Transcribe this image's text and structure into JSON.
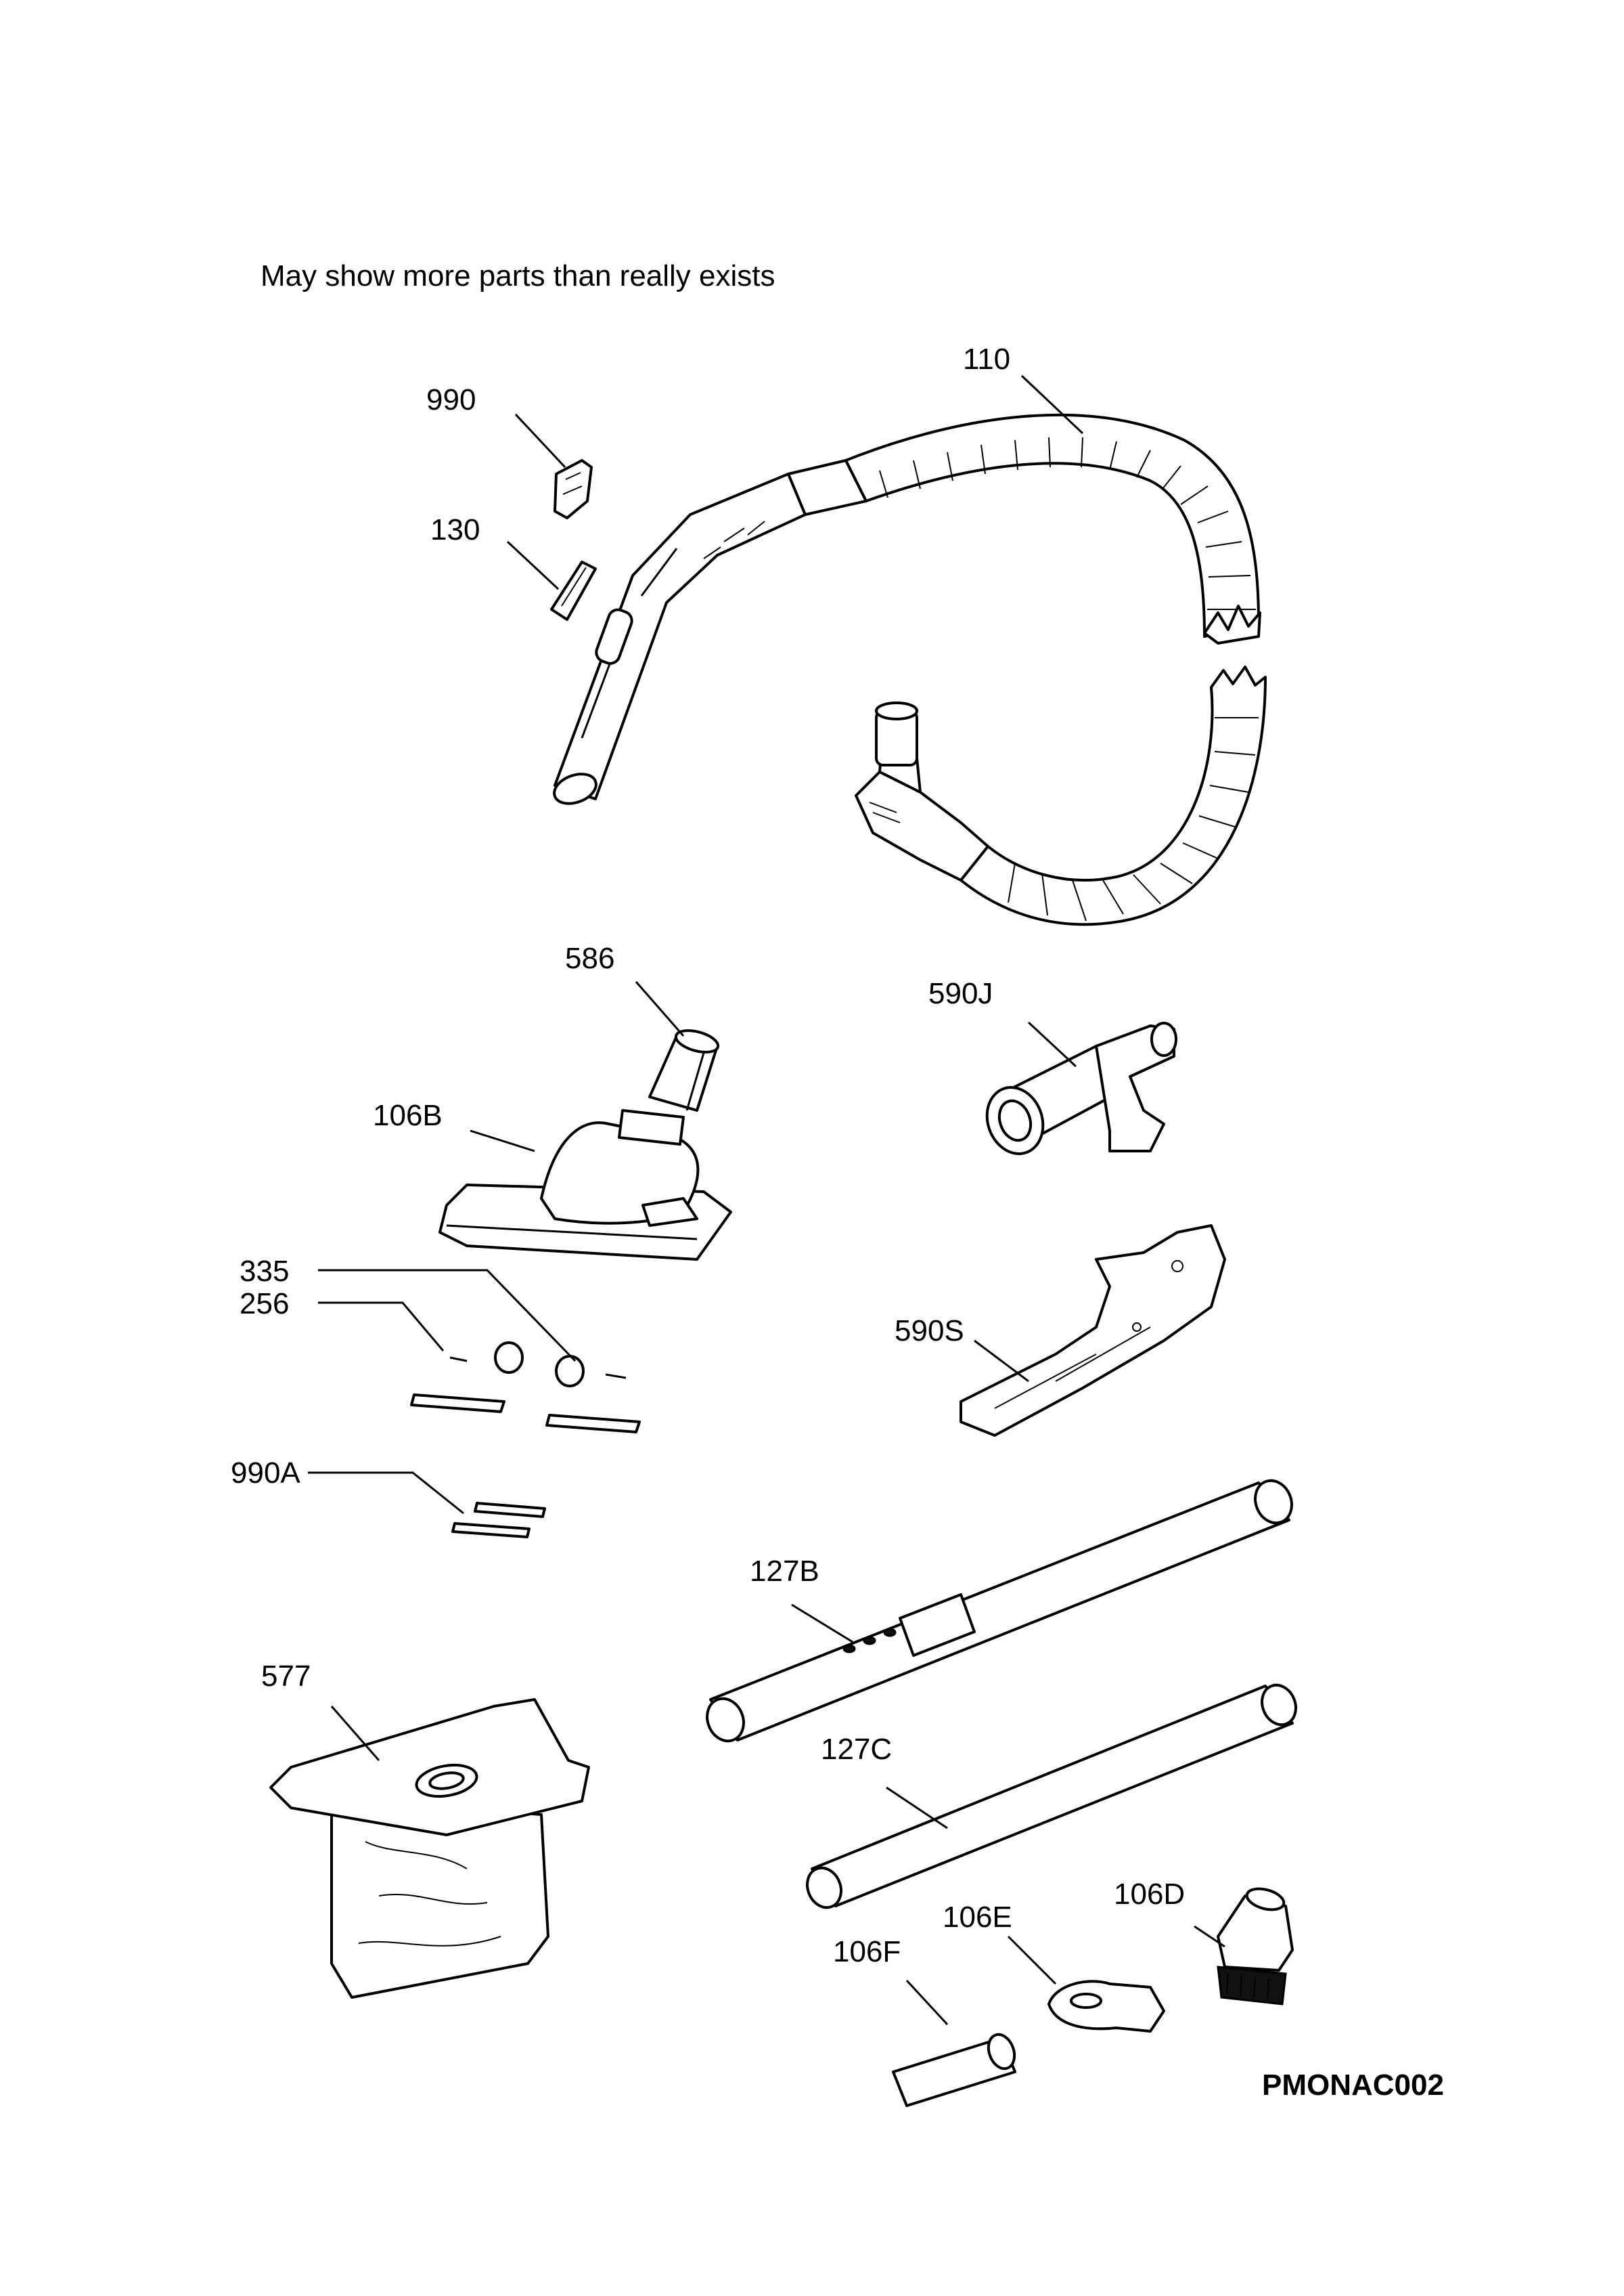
{
  "note": "May show more parts than really exists",
  "diagram_code": "PMONAC002",
  "colors": {
    "line": "#000000",
    "background": "#ffffff"
  },
  "parts": [
    {
      "ref": "990"
    },
    {
      "ref": "110"
    },
    {
      "ref": "130"
    },
    {
      "ref": "586"
    },
    {
      "ref": "590J"
    },
    {
      "ref": "106B"
    },
    {
      "ref": "335"
    },
    {
      "ref": "256"
    },
    {
      "ref": "590S"
    },
    {
      "ref": "990A"
    },
    {
      "ref": "127B"
    },
    {
      "ref": "577"
    },
    {
      "ref": "127C"
    },
    {
      "ref": "106E"
    },
    {
      "ref": "106D"
    },
    {
      "ref": "106F"
    }
  ]
}
